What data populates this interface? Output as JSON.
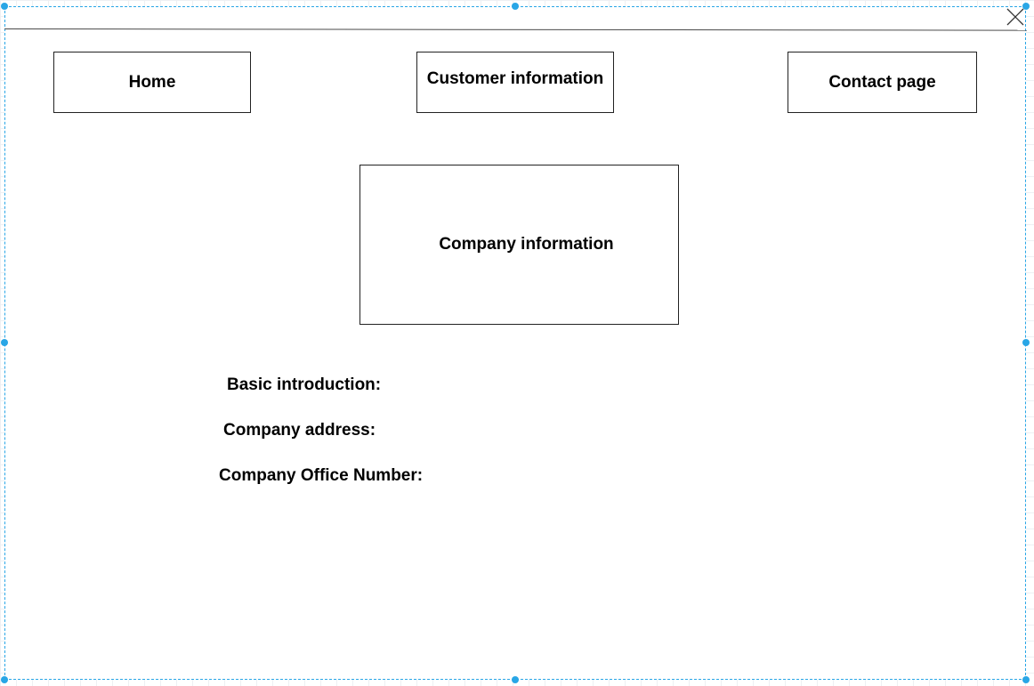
{
  "window": {
    "close_icon": "close-icon"
  },
  "nav": {
    "home_label": "Home",
    "customer_label": "Customer information",
    "contact_label": "Contact page"
  },
  "company": {
    "title": "Company information"
  },
  "fields": {
    "intro_label": "Basic introduction:",
    "address_label": "Company address:",
    "phone_label": "Company Office Number:"
  },
  "colors": {
    "selection": "#29a6e6",
    "border": "#222222",
    "grid": "#eef0f3"
  }
}
